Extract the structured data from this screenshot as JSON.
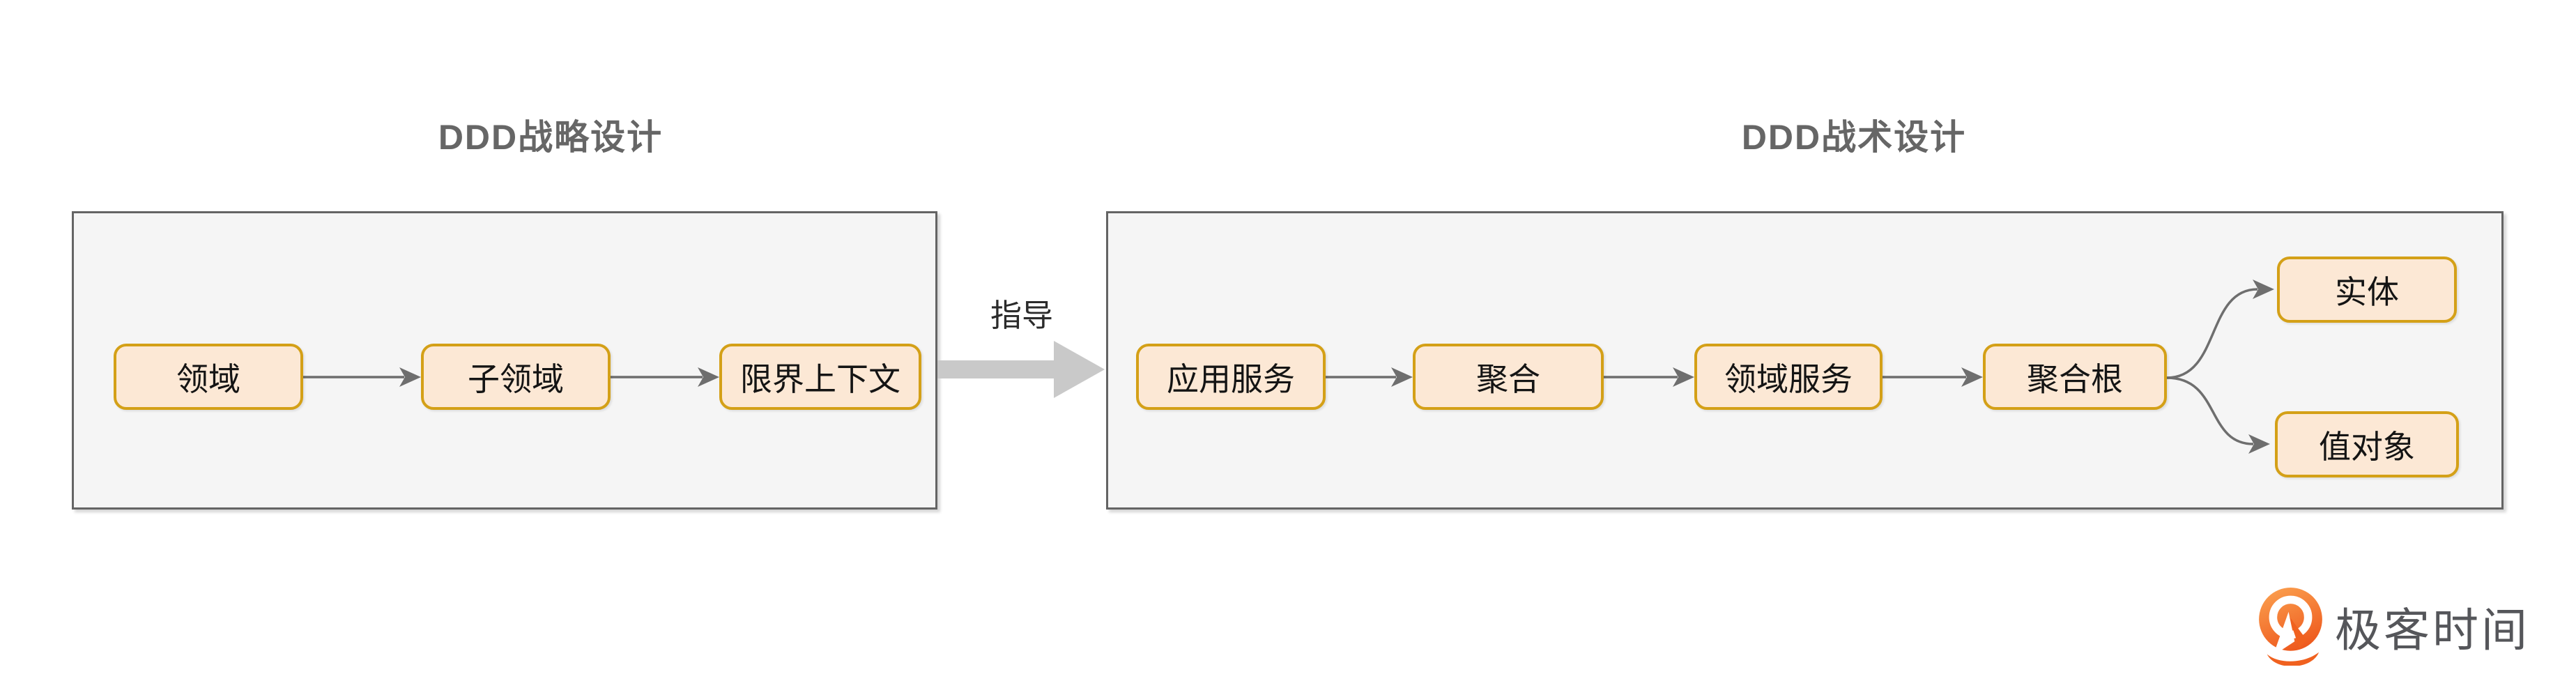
{
  "diagram": {
    "strategic": {
      "title": "DDD战略设计",
      "nodes": [
        {
          "label": "领域"
        },
        {
          "label": "子领域"
        },
        {
          "label": "限界上下文"
        }
      ]
    },
    "guide": {
      "label": "指导"
    },
    "tactical": {
      "title": "DDD战术设计",
      "nodes": [
        {
          "label": "应用服务"
        },
        {
          "label": "聚合"
        },
        {
          "label": "领域服务"
        },
        {
          "label": "聚合根"
        },
        {
          "label": "实体"
        },
        {
          "label": "值对象"
        }
      ]
    }
  },
  "branding": {
    "logo_text": "极客时间"
  },
  "colors": {
    "node_fill": "#FCE8D5",
    "node_border": "#D4A017",
    "panel_fill": "#F5F5F5",
    "panel_border": "#646464",
    "connector": "#6E6E6E",
    "big_arrow": "#C9C9C9",
    "title_text": "#666666",
    "node_text": "#141414",
    "logo_orange": "#F0611F",
    "logo_text_color": "#55565A"
  }
}
